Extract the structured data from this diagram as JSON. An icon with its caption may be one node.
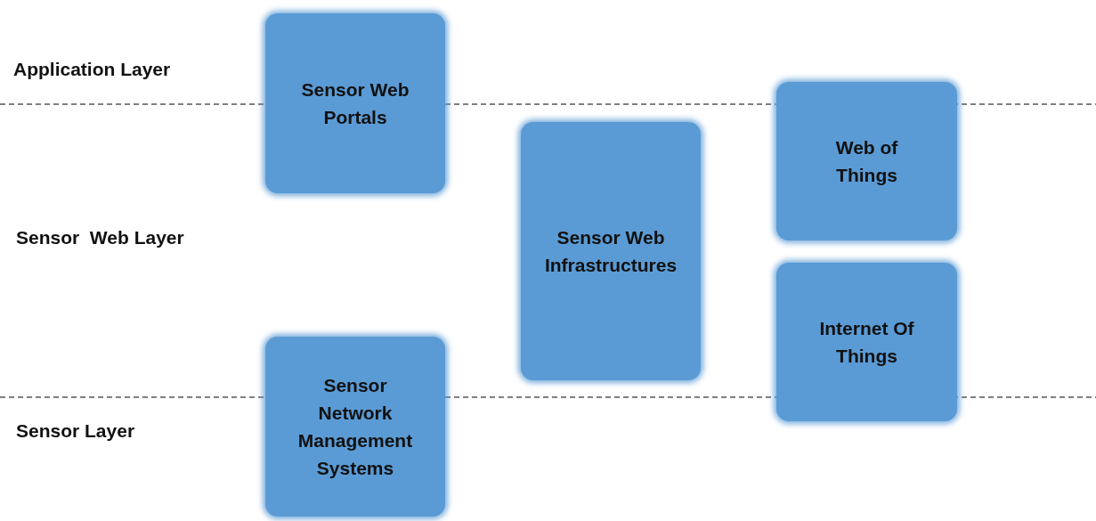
{
  "diagram": {
    "nodes": [
      {
        "text": [
          "Sensor Web Portals"
        ]
      },
      {
        "text": [
          "Sensor Web Infrastructures"
        ]
      },
      {
        "text": [
          "Web of Things"
        ]
      },
      {
        "text": [
          "Internet Of Things"
        ]
      },
      {
        "text": [
          "Sensor Network Management Systems"
        ]
      }
    ],
    "labels": [
      "Application Layer",
      "Sensor  Web Layer",
      "Sensor Layer"
    ]
  }
}
